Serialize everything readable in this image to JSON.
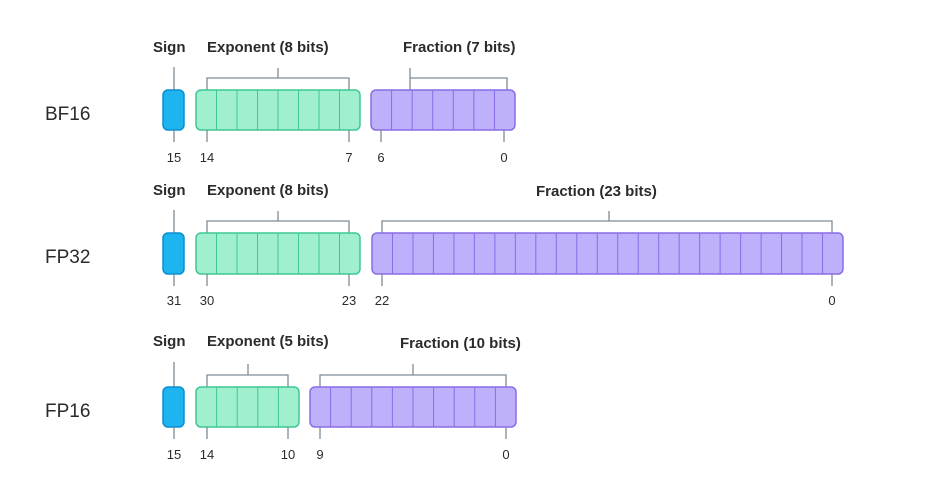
{
  "colors": {
    "sign_fill": "#1eb4f0",
    "sign_stroke": "#0a8fd0",
    "exponent_fill": "#a0f0cf",
    "exponent_stroke": "#3ec894",
    "fraction_fill": "#bfb0fb",
    "fraction_stroke": "#8a6ce6",
    "bracket": "#7f8c96",
    "text": "#2b2b2b"
  },
  "formats": [
    {
      "name": "BF16",
      "sign_label": "Sign",
      "exponent_label": "Exponent (8 bits)",
      "fraction_label": "Fraction (7 bits)",
      "exponent_bits": 8,
      "fraction_bits": 7,
      "bit_numbers": {
        "sign": "15",
        "exponent_high": "14",
        "exponent_low": "7",
        "fraction_high": "6",
        "fraction_low": "0"
      }
    },
    {
      "name": "FP32",
      "sign_label": "Sign",
      "exponent_label": "Exponent (8 bits)",
      "fraction_label": "Fraction (23 bits)",
      "exponent_bits": 8,
      "fraction_bits": 23,
      "bit_numbers": {
        "sign": "31",
        "exponent_high": "30",
        "exponent_low": "23",
        "fraction_high": "22",
        "fraction_low": "0"
      }
    },
    {
      "name": "FP16",
      "sign_label": "Sign",
      "exponent_label": "Exponent (5 bits)",
      "fraction_label": "Fraction (10 bits)",
      "exponent_bits": 5,
      "fraction_bits": 10,
      "bit_numbers": {
        "sign": "15",
        "exponent_high": "14",
        "exponent_low": "10",
        "fraction_high": "9",
        "fraction_low": "0"
      }
    }
  ]
}
